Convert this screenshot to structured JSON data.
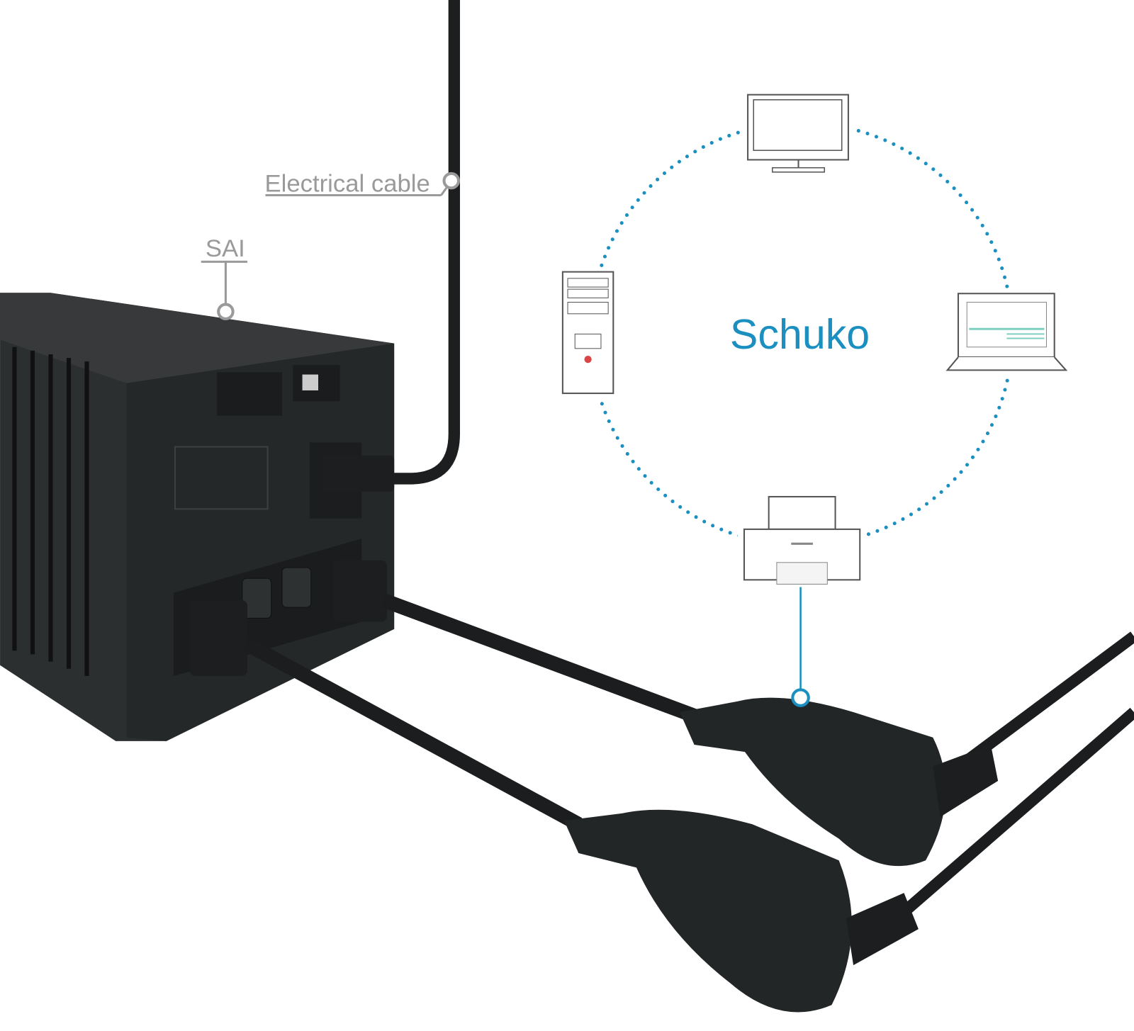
{
  "labels": {
    "electrical_cable": "Electrical cable",
    "sai": "SAI",
    "schuko": "Schuko"
  },
  "devices": [
    {
      "name": "monitor-icon"
    },
    {
      "name": "desktop-tower-icon"
    },
    {
      "name": "laptop-icon"
    },
    {
      "name": "printer-icon"
    }
  ],
  "colors": {
    "accent": "#1a8fc0",
    "label_gray": "#9a9a9a",
    "device_body": "#2a2d2e"
  }
}
